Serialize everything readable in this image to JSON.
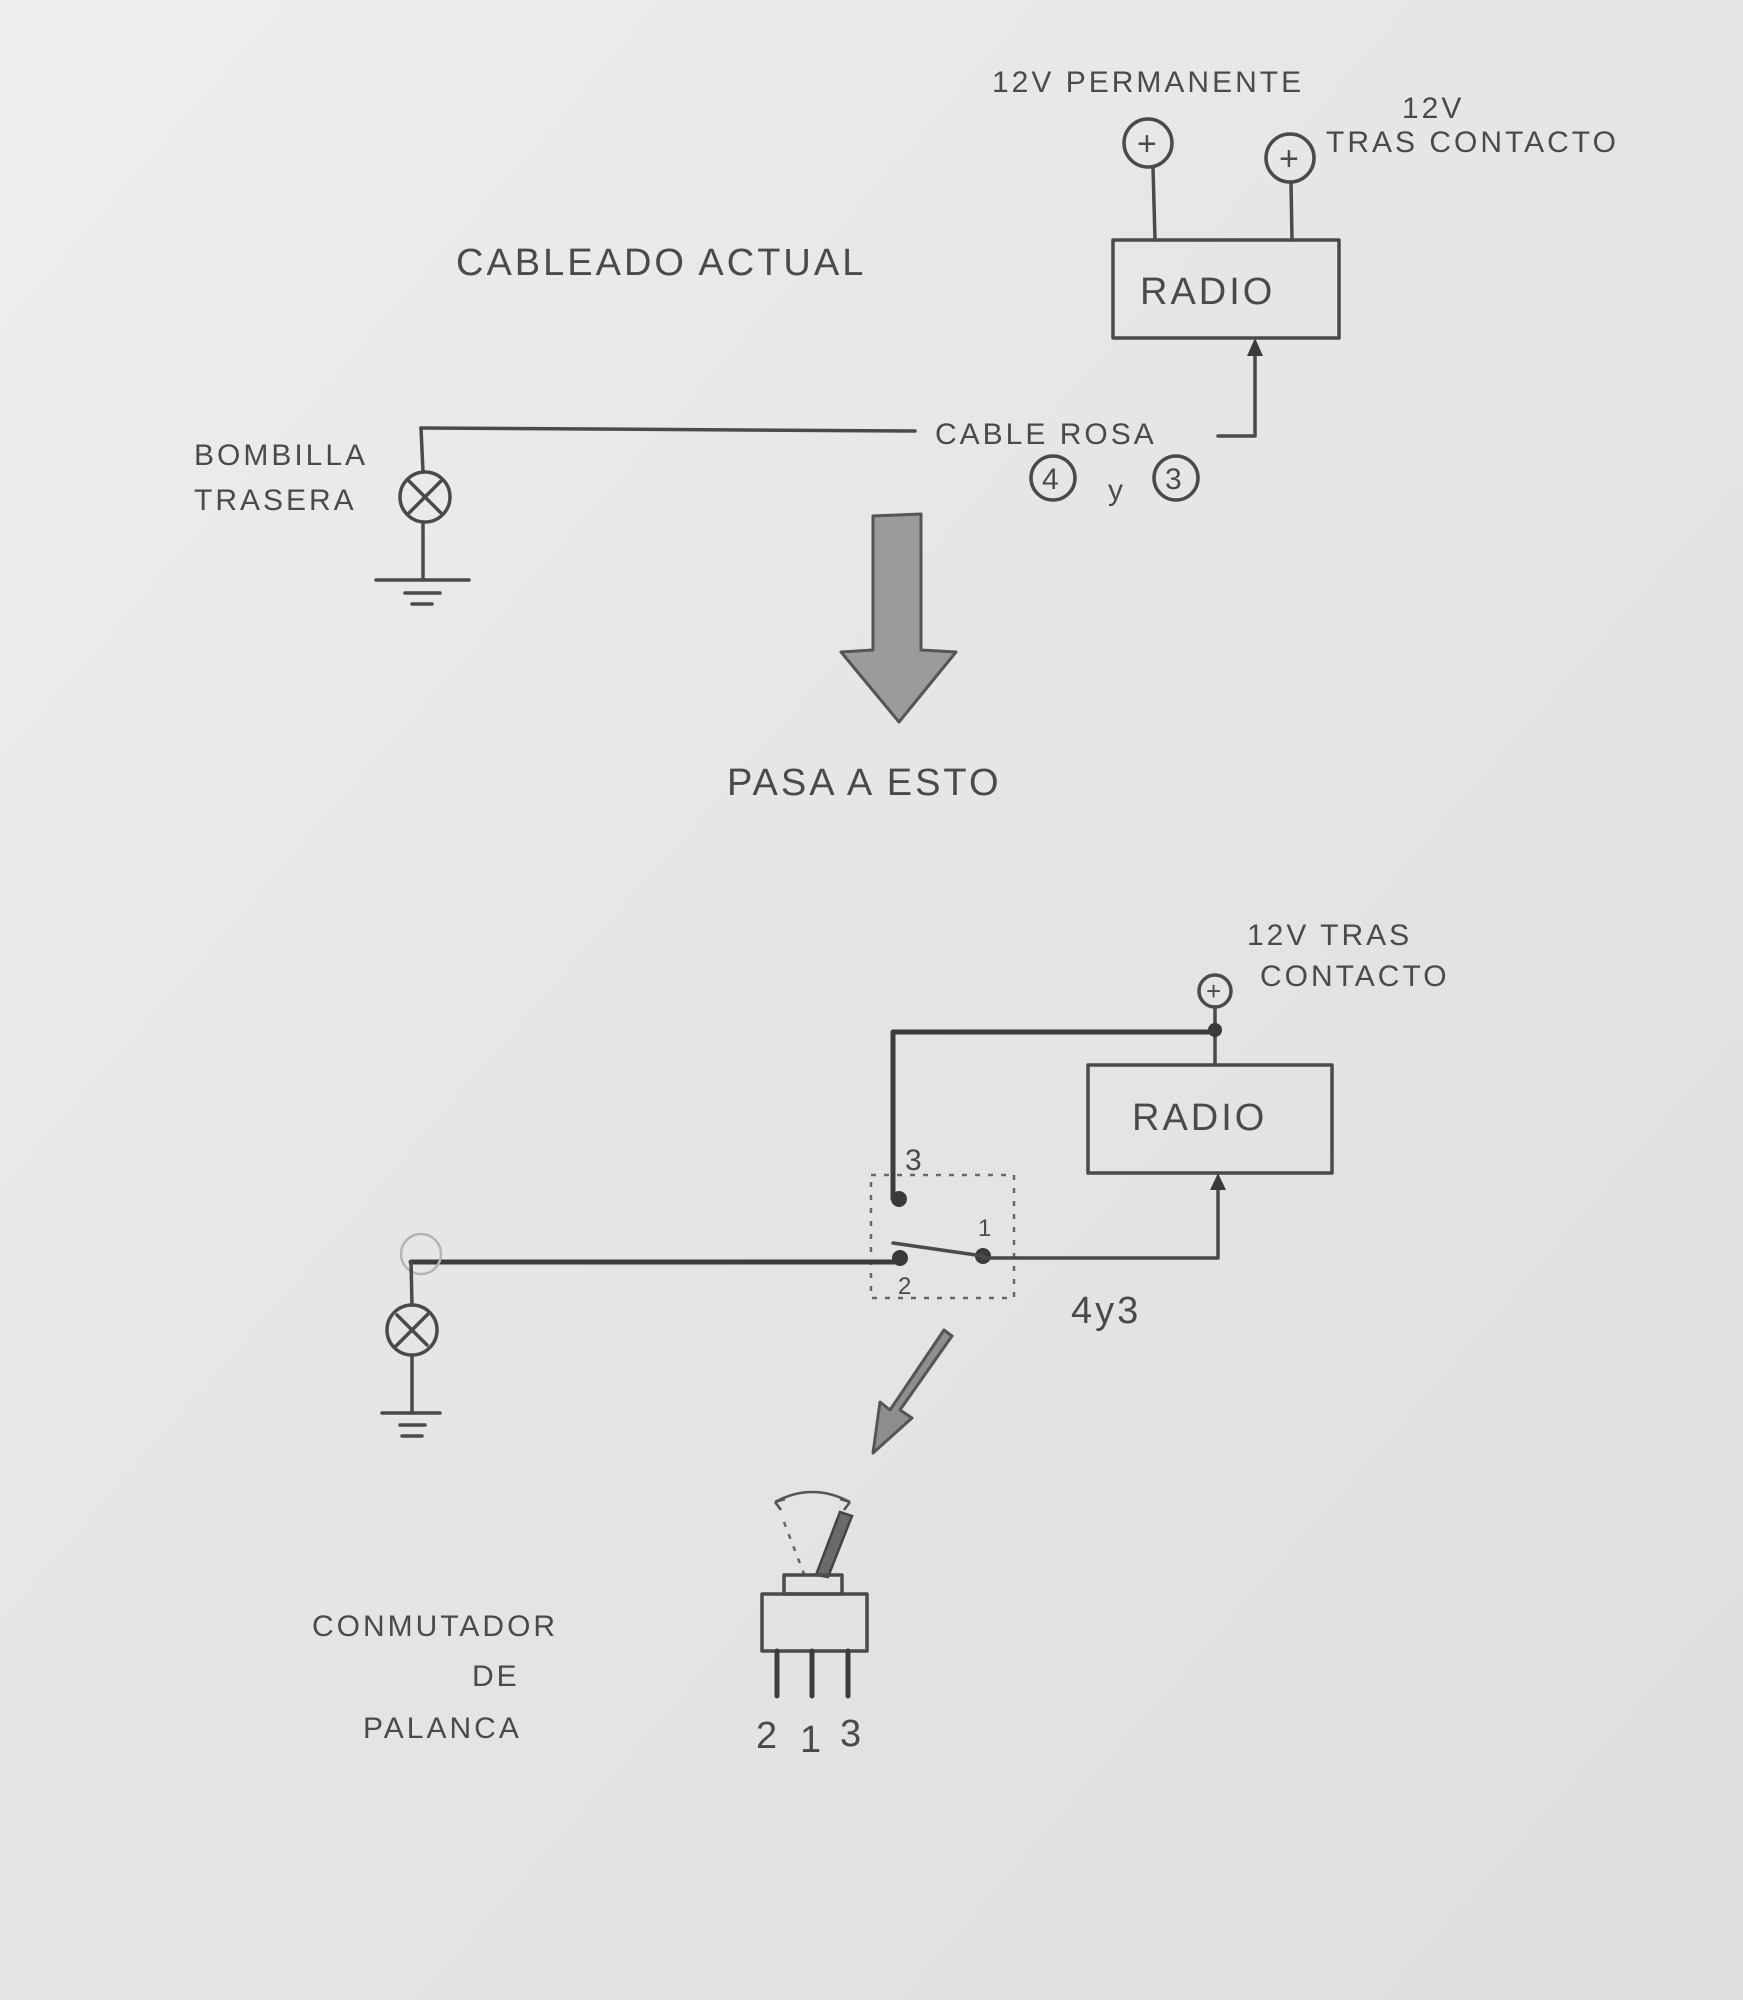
{
  "top_diagram": {
    "title": "CABLEADO ACTUAL",
    "permanent_label": "12V PERMANENTE",
    "ignition_label_line1": "12V",
    "ignition_label_line2": "TRAS CONTACTO",
    "plus_symbol": "+",
    "radio_label": "RADIO",
    "cable_label": "CABLE ROSA",
    "pin_a": "4",
    "pin_conjunction": "y",
    "pin_b": "3",
    "bulb_label_line1": "BOMBILLA",
    "bulb_label_line2": "TRASERA"
  },
  "transition_label": "PASA A ESTO",
  "bottom_diagram": {
    "ignition_label_line1": "12V TRAS",
    "ignition_label_line2": "CONTACTO",
    "plus_symbol": "+",
    "radio_label": "RADIO",
    "switch_terminal_3": "3",
    "switch_terminal_2": "2",
    "switch_terminal_1": "1",
    "pins_label": "4y3"
  },
  "toggle_switch": {
    "label_line1": "CONMUTADOR",
    "label_line2": "DE",
    "label_line3": "PALANCA",
    "pin_labels": [
      "2",
      "1",
      "3"
    ]
  },
  "colors": {
    "paper": "#e6e6e4",
    "pencil": "#4a4a4a"
  }
}
